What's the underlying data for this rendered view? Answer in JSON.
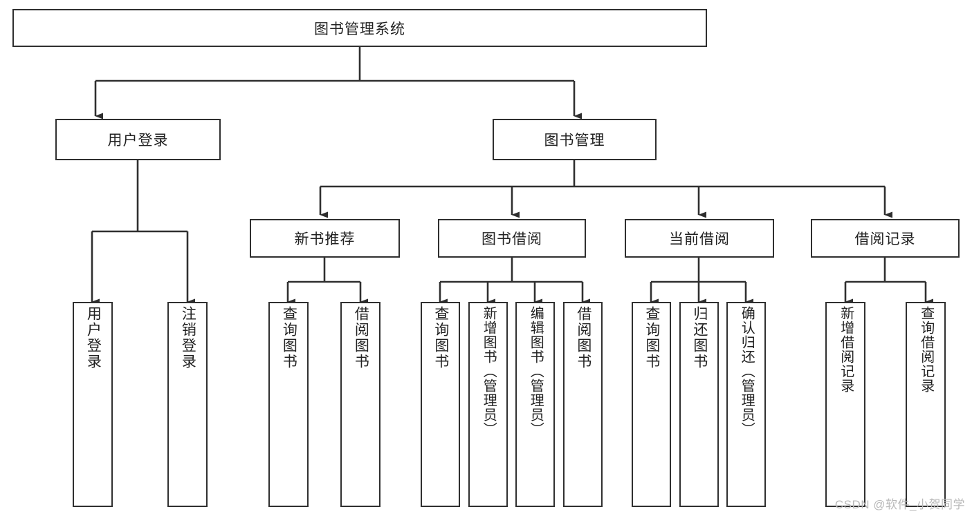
{
  "diagram": {
    "type": "tree-hierarchy",
    "title": "图书管理系统",
    "watermark": "CSDN @软件_小贺同学",
    "colors": {
      "stroke": "#2f2f2f",
      "fill": "#ffffff",
      "text": "#222222",
      "watermark": "#b9b9b9"
    },
    "root": {
      "label": "图书管理系统"
    },
    "level2": [
      {
        "label": "用户登录"
      },
      {
        "label": "图书管理"
      }
    ],
    "level3": [
      {
        "label": "新书推荐"
      },
      {
        "label": "图书借阅"
      },
      {
        "label": "当前借阅"
      },
      {
        "label": "借阅记录"
      }
    ],
    "leaves": {
      "user_login": [
        {
          "label": "用户登录"
        },
        {
          "label": "注销登录"
        }
      ],
      "new_book_recommend": [
        {
          "label": "查询图书"
        },
        {
          "label": "借阅图书"
        }
      ],
      "book_borrow": [
        {
          "label": "查询图书"
        },
        {
          "label": "新增图书（管理员）"
        },
        {
          "label": "编辑图书（管理员）"
        },
        {
          "label": "借阅图书"
        }
      ],
      "current_borrow": [
        {
          "label": "查询图书"
        },
        {
          "label": "归还图书"
        },
        {
          "label": "确认归还（管理员）"
        }
      ],
      "borrow_record": [
        {
          "label": "新增借阅记录"
        },
        {
          "label": "查询借阅记录"
        }
      ]
    }
  }
}
